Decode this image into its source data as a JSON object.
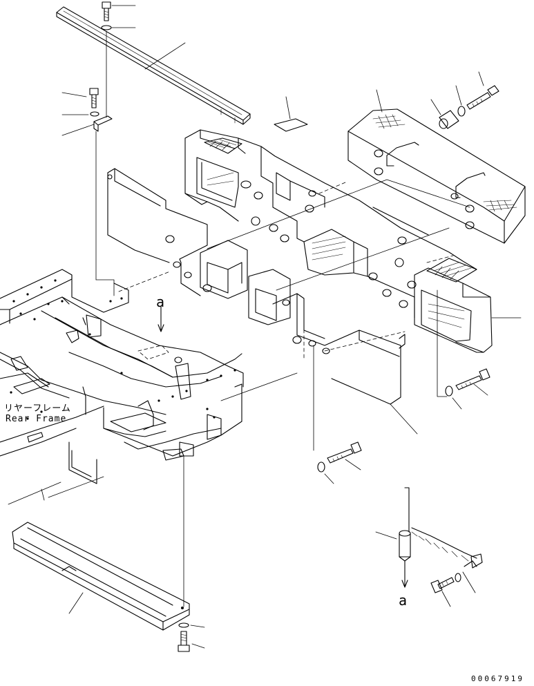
{
  "labels": {
    "rear_frame_jp": "リヤーフレーム",
    "rear_frame_en": "Rear Frame",
    "view_a_top": "a",
    "view_a_bottom": "a",
    "drawing_code": "00067919"
  },
  "icons": [
    "bolt-icon",
    "washer-icon",
    "pin-icon",
    "chain-icon",
    "spacer-icon"
  ]
}
